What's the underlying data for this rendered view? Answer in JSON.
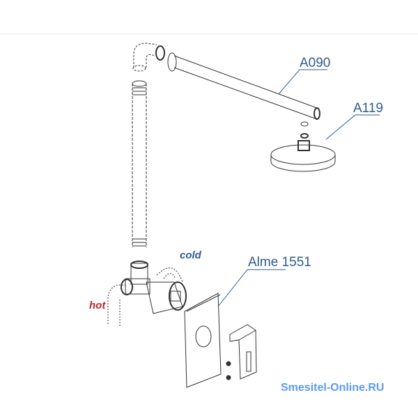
{
  "labels": {
    "arm": "A090",
    "head": "A119",
    "mixer": "Alme 1551",
    "cold": "cold",
    "hot": "hot"
  },
  "watermark": "Smesitel-Online.RU",
  "colors": {
    "label": "#2f5b8a",
    "hot": "#c0212f",
    "watermark": "#5b9bf0"
  }
}
